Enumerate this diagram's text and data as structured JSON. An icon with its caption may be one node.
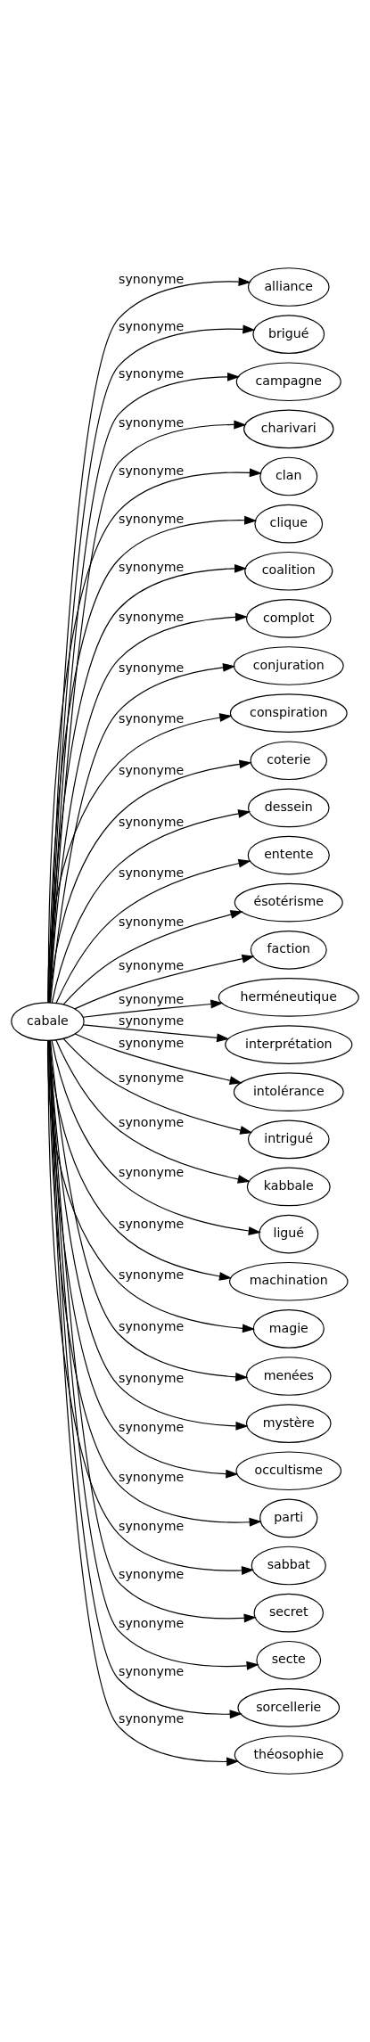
{
  "diagram": {
    "nodes": [
      {
        "text": [
          "cabale"
        ]
      },
      {
        "text": [
          "alliance"
        ]
      },
      {
        "text": [
          "brigué"
        ]
      },
      {
        "text": [
          "campagne"
        ]
      },
      {
        "text": [
          "charivari"
        ]
      },
      {
        "text": [
          "clan"
        ]
      },
      {
        "text": [
          "clique"
        ]
      },
      {
        "text": [
          "coalition"
        ]
      },
      {
        "text": [
          "complot"
        ]
      },
      {
        "text": [
          "conjuration"
        ]
      },
      {
        "text": [
          "conspiration"
        ]
      },
      {
        "text": [
          "coterie"
        ]
      },
      {
        "text": [
          "dessein"
        ]
      },
      {
        "text": [
          "entente"
        ]
      },
      {
        "text": [
          "ésotérisme"
        ]
      },
      {
        "text": [
          "faction"
        ]
      },
      {
        "text": [
          "herméneutique"
        ]
      },
      {
        "text": [
          "interprétation"
        ]
      },
      {
        "text": [
          "intolérance"
        ]
      },
      {
        "text": [
          "intrigué"
        ]
      },
      {
        "text": [
          "kabbale"
        ]
      },
      {
        "text": [
          "ligué"
        ]
      },
      {
        "text": [
          "machination"
        ]
      },
      {
        "text": [
          "magie"
        ]
      },
      {
        "text": [
          "menées"
        ]
      },
      {
        "text": [
          "mystère"
        ]
      },
      {
        "text": [
          "occultisme"
        ]
      },
      {
        "text": [
          "parti"
        ]
      },
      {
        "text": [
          "sabbat"
        ]
      },
      {
        "text": [
          "secret"
        ]
      },
      {
        "text": [
          "secte"
        ]
      },
      {
        "text": [
          "sorcellerie"
        ]
      },
      {
        "text": [
          "théosophie"
        ]
      }
    ],
    "edges": [
      {
        "from": 0,
        "to": 1,
        "arrow": "to",
        "label": "synonyme"
      },
      {
        "from": 0,
        "to": 2,
        "arrow": "to",
        "label": "synonyme"
      },
      {
        "from": 0,
        "to": 3,
        "arrow": "to",
        "label": "synonyme"
      },
      {
        "from": 0,
        "to": 4,
        "arrow": "to",
        "label": "synonyme"
      },
      {
        "from": 0,
        "to": 5,
        "arrow": "to",
        "label": "synonyme"
      },
      {
        "from": 0,
        "to": 6,
        "arrow": "to",
        "label": "synonyme"
      },
      {
        "from": 0,
        "to": 7,
        "arrow": "to",
        "label": "synonyme"
      },
      {
        "from": 0,
        "to": 8,
        "arrow": "to",
        "label": "synonyme"
      },
      {
        "from": 0,
        "to": 9,
        "arrow": "to",
        "label": "synonyme"
      },
      {
        "from": 0,
        "to": 10,
        "arrow": "to",
        "label": "synonyme"
      },
      {
        "from": 0,
        "to": 11,
        "arrow": "to",
        "label": "synonyme"
      },
      {
        "from": 0,
        "to": 12,
        "arrow": "to",
        "label": "synonyme"
      },
      {
        "from": 0,
        "to": 13,
        "arrow": "to",
        "label": "synonyme"
      },
      {
        "from": 0,
        "to": 14,
        "arrow": "to",
        "label": "synonyme"
      },
      {
        "from": 0,
        "to": 15,
        "arrow": "to",
        "label": "synonyme"
      },
      {
        "from": 0,
        "to": 16,
        "arrow": "to",
        "label": "synonyme"
      },
      {
        "from": 0,
        "to": 17,
        "arrow": "to",
        "label": "synonyme"
      },
      {
        "from": 0,
        "to": 18,
        "arrow": "to",
        "label": "synonyme"
      },
      {
        "from": 0,
        "to": 19,
        "arrow": "to",
        "label": "synonyme"
      },
      {
        "from": 0,
        "to": 20,
        "arrow": "to",
        "label": "synonyme"
      },
      {
        "from": 0,
        "to": 21,
        "arrow": "to",
        "label": "synonyme"
      },
      {
        "from": 0,
        "to": 22,
        "arrow": "to",
        "label": "synonyme"
      },
      {
        "from": 0,
        "to": 23,
        "arrow": "to",
        "label": "synonyme"
      },
      {
        "from": 0,
        "to": 24,
        "arrow": "to",
        "label": "synonyme"
      },
      {
        "from": 0,
        "to": 25,
        "arrow": "to",
        "label": "synonyme"
      },
      {
        "from": 0,
        "to": 26,
        "arrow": "to",
        "label": "synonyme"
      },
      {
        "from": 0,
        "to": 27,
        "arrow": "to",
        "label": "synonyme"
      },
      {
        "from": 0,
        "to": 28,
        "arrow": "to",
        "label": "synonyme"
      },
      {
        "from": 0,
        "to": 29,
        "arrow": "to",
        "label": "synonyme"
      },
      {
        "from": 0,
        "to": 30,
        "arrow": "to",
        "label": "synonyme"
      },
      {
        "from": 0,
        "to": 31,
        "arrow": "to",
        "label": "synonyme"
      },
      {
        "from": 0,
        "to": 32,
        "arrow": "to",
        "label": "synonyme"
      }
    ]
  }
}
